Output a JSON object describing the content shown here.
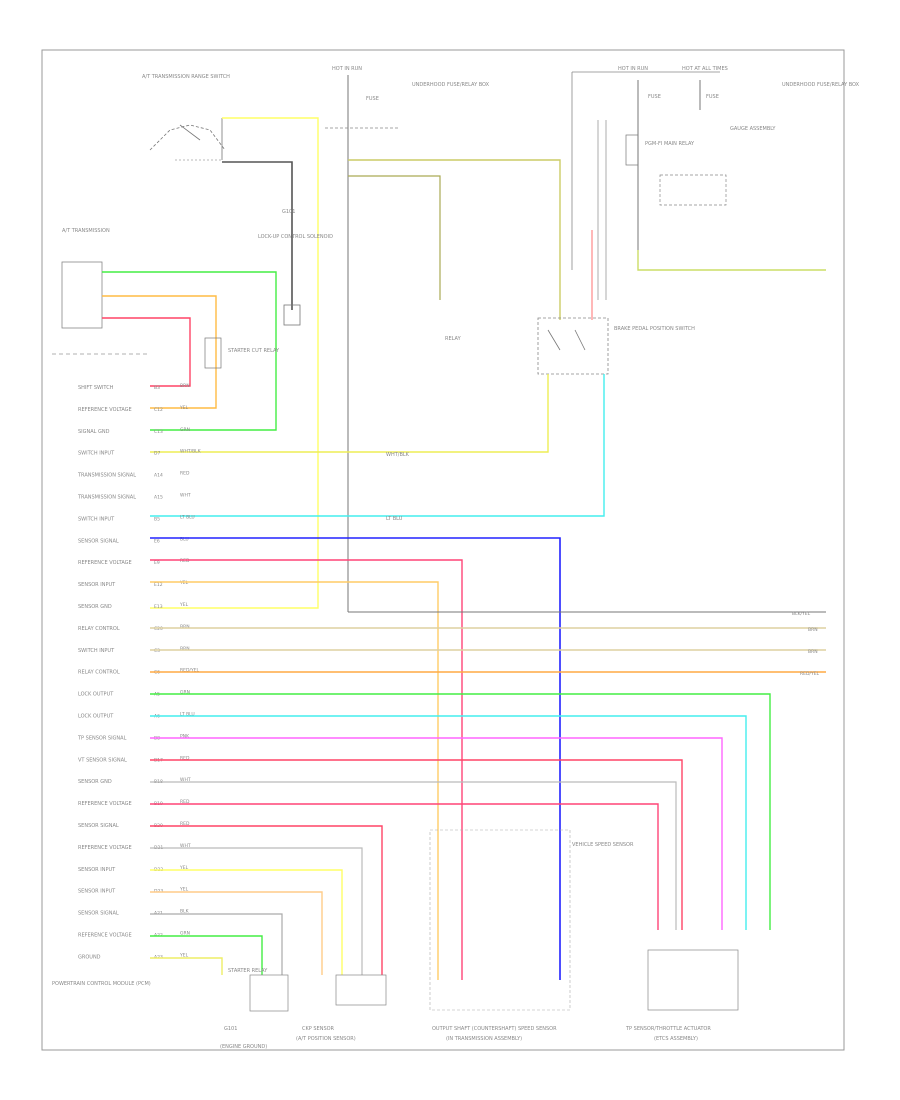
{
  "diagram": {
    "footer_code": "",
    "top_components": {
      "hot_in_run": "HOT IN RUN",
      "hot_at_all": "HOT AT ALL TIMES",
      "fuse_left": "FUSE",
      "fuse_right_a": "FUSE",
      "fuse_right_b": "FUSE",
      "transmission_range_switch": "A/T TRANSMISSION RANGE SWITCH",
      "underhood_fuse_box": "UNDERHOOD FUSE/RELAY BOX",
      "underhood_fuse_box_right": "UNDERHOOD FUSE/RELAY BOX",
      "relay_box": "RELAY",
      "starter_cut_relay": "STARTER CUT RELAY",
      "brake_pedal_position_switch": "BRAKE PEDAL POSITION SWITCH",
      "lockup_control_solenoid": "LOCK-UP CONTROL SOLENOID",
      "pgm_fi_main_relay": "PGM-FI MAIN RELAY",
      "left_pcm": "A/T TRANSMISSION",
      "gauge_assembly": "GAUGE ASSEMBLY"
    },
    "pcm_pins": [
      {
        "label": "SHIFT SWITCH",
        "pin": "B3",
        "color": "BRN"
      },
      {
        "label": "REFERENCE VOLTAGE",
        "pin": "C12",
        "color": "YEL"
      },
      {
        "label": "SIGNAL GND",
        "pin": "C13",
        "color": "GRN"
      },
      {
        "label": "SWITCH INPUT",
        "pin": "D7",
        "color": "WHT/BLK"
      },
      {
        "label": "TRANSMISSION SIGNAL",
        "pin": "A14",
        "color": "RED"
      },
      {
        "label": "TRANSMISSION SIGNAL",
        "pin": "A15",
        "color": "WHT"
      },
      {
        "label": "SWITCH INPUT",
        "pin": "B5",
        "color": "LT BLU"
      },
      {
        "label": "SENSOR SIGNAL",
        "pin": "E6",
        "color": "BLU"
      },
      {
        "label": "REFERENCE VOLTAGE",
        "pin": "E9",
        "color": "RED"
      },
      {
        "label": "SENSOR INPUT",
        "pin": "E12",
        "color": "YEL"
      },
      {
        "label": "SENSOR GND",
        "pin": "E13",
        "color": "YEL"
      },
      {
        "label": "RELAY CONTROL",
        "pin": "C20",
        "color": "BRN"
      },
      {
        "label": "SWITCH INPUT",
        "pin": "C3",
        "color": "BRN"
      },
      {
        "label": "RELAY CONTROL",
        "pin": "C6",
        "color": "RED/YEL"
      },
      {
        "label": "LOCK OUTPUT",
        "pin": "A5",
        "color": "GRN"
      },
      {
        "label": "LOCK OUTPUT",
        "pin": "A6",
        "color": "LT BLU"
      },
      {
        "label": "TP SENSOR SIGNAL",
        "pin": "B8",
        "color": "PNK"
      },
      {
        "label": "VT SENSOR SIGNAL",
        "pin": "B17",
        "color": "RED"
      },
      {
        "label": "SENSOR GND",
        "pin": "B18",
        "color": "WHT"
      },
      {
        "label": "REFERENCE VOLTAGE",
        "pin": "B19",
        "color": "RED"
      },
      {
        "label": "SENSOR SIGNAL",
        "pin": "B20",
        "color": "RED"
      },
      {
        "label": "REFERENCE VOLTAGE",
        "pin": "D21",
        "color": "WHT"
      },
      {
        "label": "SENSOR INPUT",
        "pin": "D22",
        "color": "YEL"
      },
      {
        "label": "SENSOR INPUT",
        "pin": "D23",
        "color": "YEL"
      },
      {
        "label": "SENSOR SIGNAL",
        "pin": "A21",
        "color": "BLK"
      },
      {
        "label": "REFERENCE VOLTAGE",
        "pin": "A22",
        "color": "GRN"
      },
      {
        "label": "GROUND",
        "pin": "A23",
        "color": "YEL"
      }
    ],
    "bottom_components": {
      "pcm_name": "POWERTRAIN CONTROL MODULE (PCM)",
      "starter_relay": "STARTER RELAY",
      "g101": "G101",
      "g101_sub": "(ENGINE GROUND)",
      "ckp_sensor": "CKP SENSOR",
      "ckp_sub": "(A/T POSITION SENSOR)",
      "output_shaft_sensor": "OUTPUT SHAFT (COUNTERSHAFT) SPEED SENSOR",
      "output_shaft_sub": "(IN TRANSMISSION ASSEMBLY)",
      "vss_sensor": "VEHICLE SPEED SENSOR",
      "tp_sensor_actuator": "TP SENSOR/THROTTLE ACTUATOR",
      "tp_sub": "(ETCS ASSEMBLY)"
    },
    "right_terminals": [
      "BLK/YEL",
      "BRN",
      "BRN",
      "RED/YEL"
    ],
    "wire_colors": {
      "yellow": "#ffff66",
      "green": "#44ee44",
      "orange": "#ffbb44",
      "red": "#ff4466",
      "blue": "#2222ff",
      "light_blue": "#44eeee",
      "pink": "#ff66ff",
      "olive": "#cccc66",
      "gray": "#999999",
      "tan": "#ddd0a0"
    }
  }
}
